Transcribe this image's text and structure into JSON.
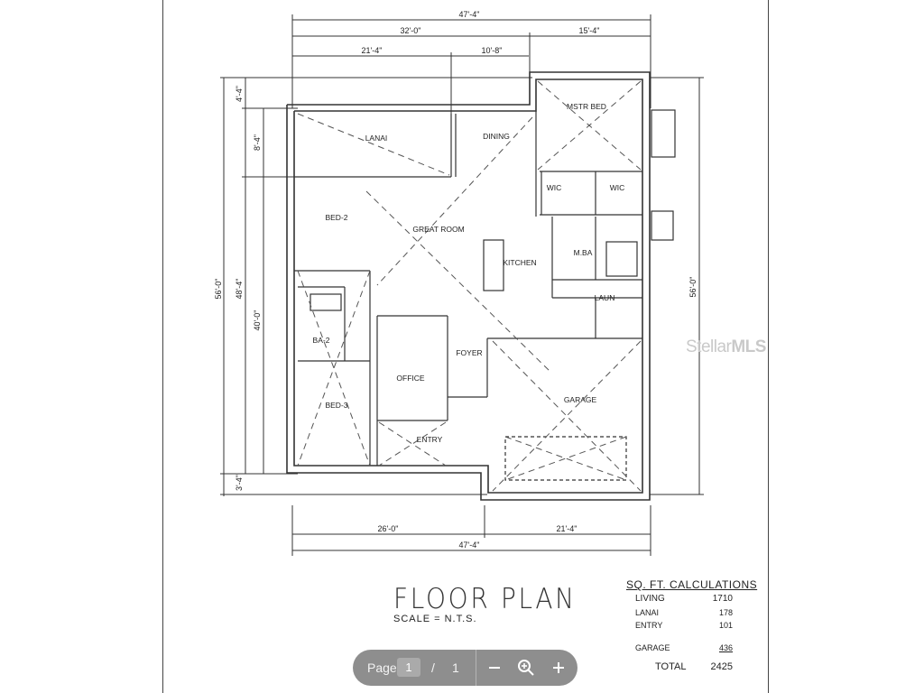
{
  "plan": {
    "dims_top": [
      "47'-4\"",
      "32'-0\"",
      "15'-4\"",
      "21'-4\"",
      "10'-8\""
    ],
    "dims_bottom": [
      "26'-0\"",
      "21'-4\"",
      "47'-4\""
    ],
    "dims_left": [
      "4'-4\"",
      "8'-4\"",
      "56'-0\"",
      "48'-4\"",
      "40'-0\"",
      "3'-4\""
    ],
    "dims_right": [
      "56'-0\""
    ],
    "rooms": {
      "lanai": "LANAI",
      "dining": "DINING",
      "mstr_bed": "MSTR BED",
      "bed2": "BED-2",
      "great_room": "GREAT ROOM",
      "kitchen": "KITCHEN",
      "mba": "M.BA",
      "laun": "LAUN",
      "ba2": "BA-2",
      "foyer": "FOYER",
      "office": "OFFICE",
      "bed3": "BED-3",
      "garage": "GARAGE",
      "entry": "ENTRY",
      "wic1": "WIC",
      "wic2": "WIC"
    }
  },
  "title": {
    "main": "FLOOR PLAN",
    "scale": "SCALE = N.T.S."
  },
  "watermark": {
    "brand": "Stellar",
    "suffix": "MLS"
  },
  "calculations": {
    "heading": "SQ. FT. CALCULATIONS",
    "rows": [
      {
        "label": "LIVING",
        "value": "1710"
      },
      {
        "label": "LANAI",
        "value": "178"
      },
      {
        "label": "ENTRY",
        "value": "101"
      },
      {
        "label": "GARAGE",
        "value": "436"
      },
      {
        "label": "TOTAL",
        "value": "2425"
      }
    ]
  },
  "viewer": {
    "page_label": "Page",
    "current_page": "1",
    "separator": "/",
    "total_pages": "1",
    "zoom_out_icon": "minus-icon",
    "zoom_icon": "magnifier-icon",
    "zoom_in_icon": "plus-icon"
  }
}
